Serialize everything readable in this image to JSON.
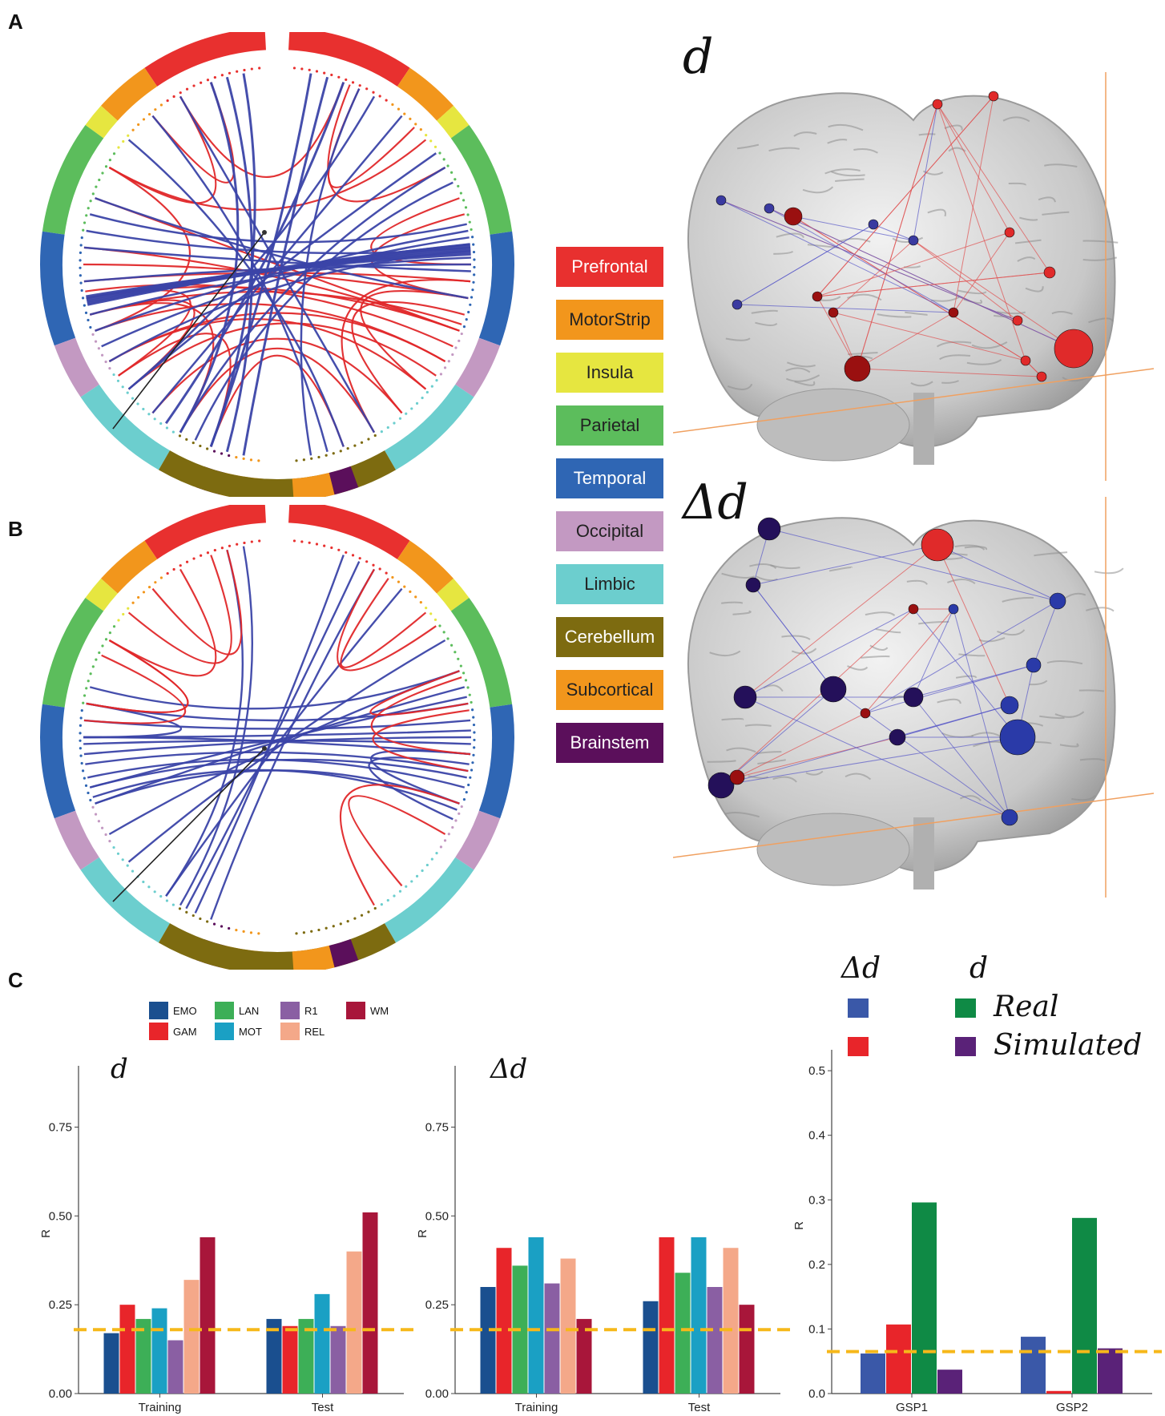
{
  "panels": {
    "a": "A",
    "b": "B",
    "c": "C"
  },
  "regions": [
    {
      "name": "Prefrontal",
      "color": "#e8302f",
      "text": "#ffffff"
    },
    {
      "name": "MotorStrip",
      "color": "#f2961c",
      "text": "#222222"
    },
    {
      "name": "Insula",
      "color": "#e6e640",
      "text": "#222222"
    },
    {
      "name": "Parietal",
      "color": "#5cbd5c",
      "text": "#222222"
    },
    {
      "name": "Temporal",
      "color": "#2f66b4",
      "text": "#ffffff"
    },
    {
      "name": "Occipital",
      "color": "#c399c2",
      "text": "#222222"
    },
    {
      "name": "Limbic",
      "color": "#6ccece",
      "text": "#222222"
    },
    {
      "name": "Cerebellum",
      "color": "#7d6b10",
      "text": "#ffffff"
    },
    {
      "name": "Subcortical",
      "color": "#f2961c",
      "text": "#222222"
    },
    {
      "name": "Brainstem",
      "color": "#5b0f5b",
      "text": "#ffffff"
    }
  ],
  "brain_labels": {
    "top": "d",
    "bottom": "Δd"
  },
  "chart_data": [
    {
      "type": "bar",
      "title": "d",
      "categories": [
        "Training",
        "Test"
      ],
      "ylabel": "R",
      "ylim": [
        0,
        0.9
      ],
      "yticks": [
        "0.00",
        "0.25",
        "0.50",
        "0.75"
      ],
      "threshold": 0.18,
      "series": [
        {
          "name": "EMO",
          "color": "#1a4f8f",
          "values": [
            0.17,
            0.21
          ]
        },
        {
          "name": "GAM",
          "color": "#e8252a",
          "values": [
            0.25,
            0.19
          ]
        },
        {
          "name": "LAN",
          "color": "#3daf57",
          "values": [
            0.21,
            0.21
          ]
        },
        {
          "name": "MOT",
          "color": "#1aa0c4",
          "values": [
            0.24,
            0.28
          ]
        },
        {
          "name": "R1",
          "color": "#8a5fa3",
          "values": [
            0.15,
            0.19
          ]
        },
        {
          "name": "REL",
          "color": "#f4a889",
          "values": [
            0.32,
            0.4
          ]
        },
        {
          "name": "WM",
          "color": "#a8163a",
          "values": [
            0.44,
            0.51
          ]
        }
      ]
    },
    {
      "type": "bar",
      "title": "Δd",
      "categories": [
        "Training",
        "Test"
      ],
      "ylabel": "R",
      "ylim": [
        0,
        0.9
      ],
      "yticks": [
        "0.00",
        "0.25",
        "0.50",
        "0.75"
      ],
      "threshold": 0.18,
      "series": [
        {
          "name": "EMO",
          "color": "#1a4f8f",
          "values": [
            0.3,
            0.26
          ]
        },
        {
          "name": "GAM",
          "color": "#e8252a",
          "values": [
            0.41,
            0.44
          ]
        },
        {
          "name": "LAN",
          "color": "#3daf57",
          "values": [
            0.36,
            0.34
          ]
        },
        {
          "name": "MOT",
          "color": "#1aa0c4",
          "values": [
            0.44,
            0.44
          ]
        },
        {
          "name": "R1",
          "color": "#8a5fa3",
          "values": [
            0.31,
            0.3
          ]
        },
        {
          "name": "REL",
          "color": "#f4a889",
          "values": [
            0.38,
            0.41
          ]
        },
        {
          "name": "WM",
          "color": "#a8163a",
          "values": [
            0.21,
            0.25
          ]
        }
      ]
    },
    {
      "type": "bar",
      "title": "",
      "categories": [
        "GSP1",
        "GSP2"
      ],
      "ylabel": "R",
      "ylim": [
        0,
        0.52
      ],
      "yticks": [
        "0.0",
        "0.1",
        "0.2",
        "0.3",
        "0.4",
        "0.5"
      ],
      "threshold": 0.065,
      "series": [
        {
          "name": "Δd Real",
          "color": "#3a58a8",
          "values": [
            0.062,
            0.088
          ]
        },
        {
          "name": "Δd Simulated",
          "color": "#e8252a",
          "values": [
            0.107,
            0.004
          ]
        },
        {
          "name": "d Real",
          "color": "#0f8a45",
          "values": [
            0.296,
            0.272
          ]
        },
        {
          "name": "d Simulated",
          "color": "#5a2278",
          "values": [
            0.037,
            0.07
          ]
        }
      ]
    }
  ],
  "right_legend": {
    "col1": "Δd",
    "col2": "d",
    "row1": "Real",
    "row2": "Simulated"
  }
}
